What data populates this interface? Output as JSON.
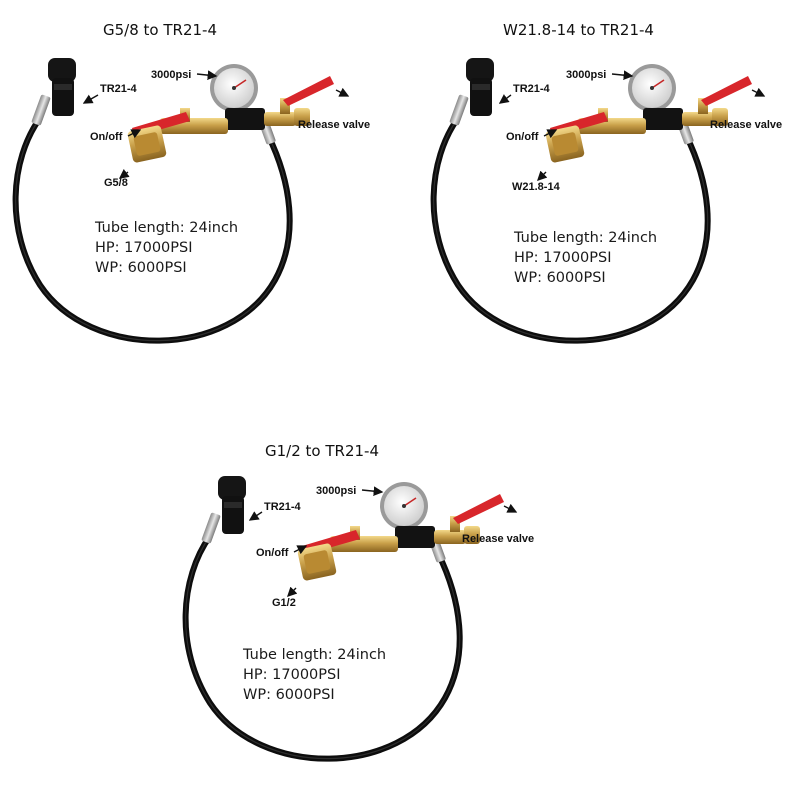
{
  "kits": [
    {
      "title": "G5/8 to TR21-4",
      "labels": {
        "gauge": "3000psi",
        "top_port": "TR21-4",
        "valve": "On/off",
        "release": "Release valve",
        "inlet": "G5/8"
      },
      "specs": [
        "Tube length: 24inch",
        "HP: 17000PSI",
        "WP: 6000PSI"
      ]
    },
    {
      "title": "W21.8-14 to TR21-4",
      "labels": {
        "gauge": "3000psi",
        "top_port": "TR21-4",
        "valve": "On/off",
        "release": "Release valve",
        "inlet": "W21.8-14"
      },
      "specs": [
        "Tube length: 24inch",
        "HP: 17000PSI",
        "WP: 6000PSI"
      ]
    },
    {
      "title": "G1/2 to TR21-4",
      "labels": {
        "gauge": "3000psi",
        "top_port": "TR21-4",
        "valve": "On/off",
        "release": "Release valve",
        "inlet": "G1/2"
      },
      "specs": [
        "Tube length: 24inch",
        "HP: 17000PSI",
        "WP: 6000PSI"
      ]
    }
  ],
  "colors": {
    "brass": "#c9a04a",
    "valve_handle": "#d8262b",
    "hose": "#0d0d0d",
    "gauge_face": "#f2f2f2"
  }
}
